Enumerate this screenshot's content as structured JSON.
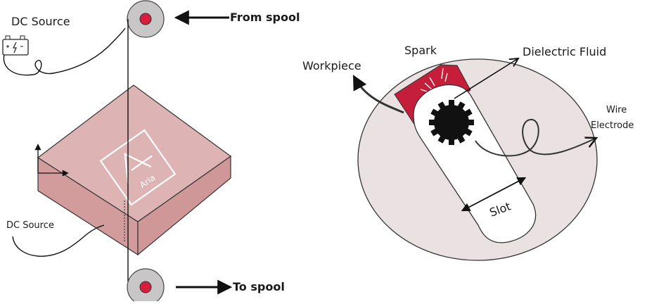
{
  "labels": {
    "dc_source_top": "DC Source",
    "dc_source_bottom": "DC Source",
    "from_spool": "From spool",
    "to_spool": "To spool",
    "spark": "Spark",
    "dielectric_fluid": "Dielectric Fluid",
    "workpiece": "Workpiece",
    "wire_electrode_line1": "Wire",
    "wire_electrode_line2": "Electrode",
    "slot": "Slot"
  },
  "logo_text": "Aria",
  "colors": {
    "block_top": "#deb3b3",
    "block_side": "#d29c9c",
    "spool_gray": "#c8c6c6",
    "spool_center": "#d81e3c",
    "circle_fill": "#e9e1e2",
    "spark_red": "#c51e3a"
  },
  "icons": [
    "battery-icon",
    "spool-pulley-icon",
    "gear-cross-section-icon",
    "aria-logo-icon"
  ]
}
